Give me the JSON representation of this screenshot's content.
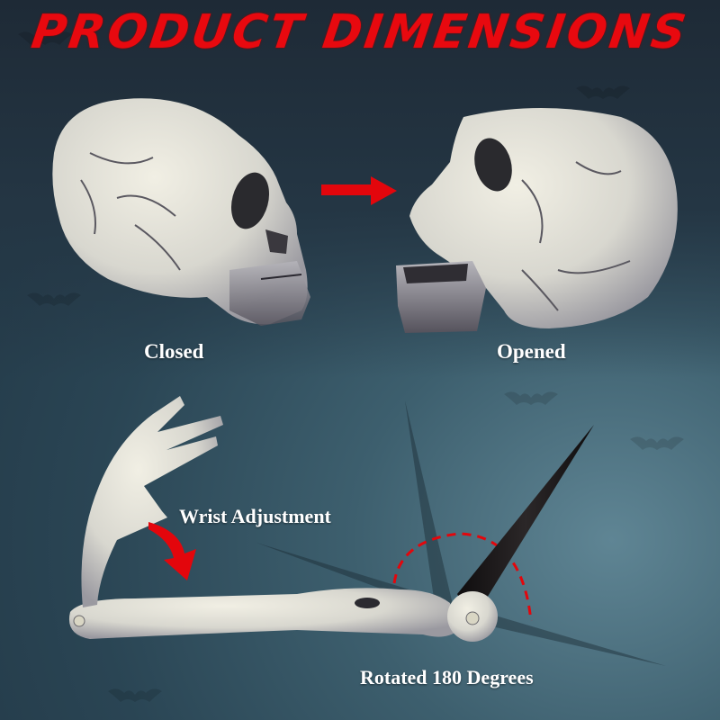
{
  "title": "PRODUCT DIMENSIONS",
  "skull_section": {
    "left_label": "Closed",
    "right_label": "Opened",
    "arrow": "right-arrow-icon"
  },
  "arm_section": {
    "wrist_label": "Wrist Adjustment",
    "rotation_label": "Rotated 180 Degrees",
    "wrist_arrow": "curved-down-arrow-icon",
    "rotation_indicator": "dashed-semicircle-arc"
  },
  "colors": {
    "title_red": "#e8090f",
    "arrow_red": "#e3060c",
    "background_top": "#1f2c38",
    "background_bottom": "#5f8594",
    "label_white": "#ffffff",
    "bone": "#e6e6dc",
    "stake_black": "#1a1718"
  }
}
